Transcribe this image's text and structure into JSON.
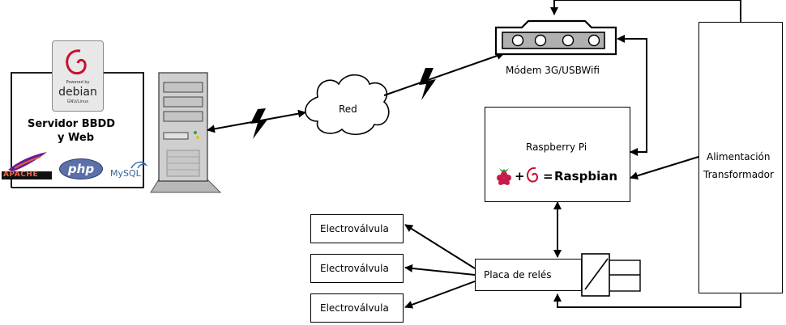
{
  "server": {
    "title_line1": "Servidor BBDD",
    "title_line2": "y Web",
    "os_logo": "debian",
    "os_logo_small": "Powered by",
    "os_logo_tiny": "GNU/Linux",
    "tech_logos": [
      "APACHE",
      "php",
      "MySQL"
    ]
  },
  "network": {
    "cloud_label": "Red",
    "modem_label": "Módem 3G/USBWifi"
  },
  "raspberry": {
    "title": "Raspberry Pi",
    "plus": "+",
    "equals": "=",
    "os": "Raspbian"
  },
  "power": {
    "line1": "Alimentación",
    "line2": "Transformador"
  },
  "relay": {
    "label": "Placa de relés"
  },
  "valves": [
    "Electroválvula",
    "Electroválvula",
    "Electroválvula"
  ],
  "colors": {
    "debian_red": "#c8102e",
    "apache_purple": "#6a1b9a",
    "php_blue": "#5b6fa8",
    "mysql_blue": "#336699",
    "mysql_orange": "#e48e00",
    "raspberry_red": "#c51a4a",
    "leaf_green": "#3a9b3a"
  }
}
